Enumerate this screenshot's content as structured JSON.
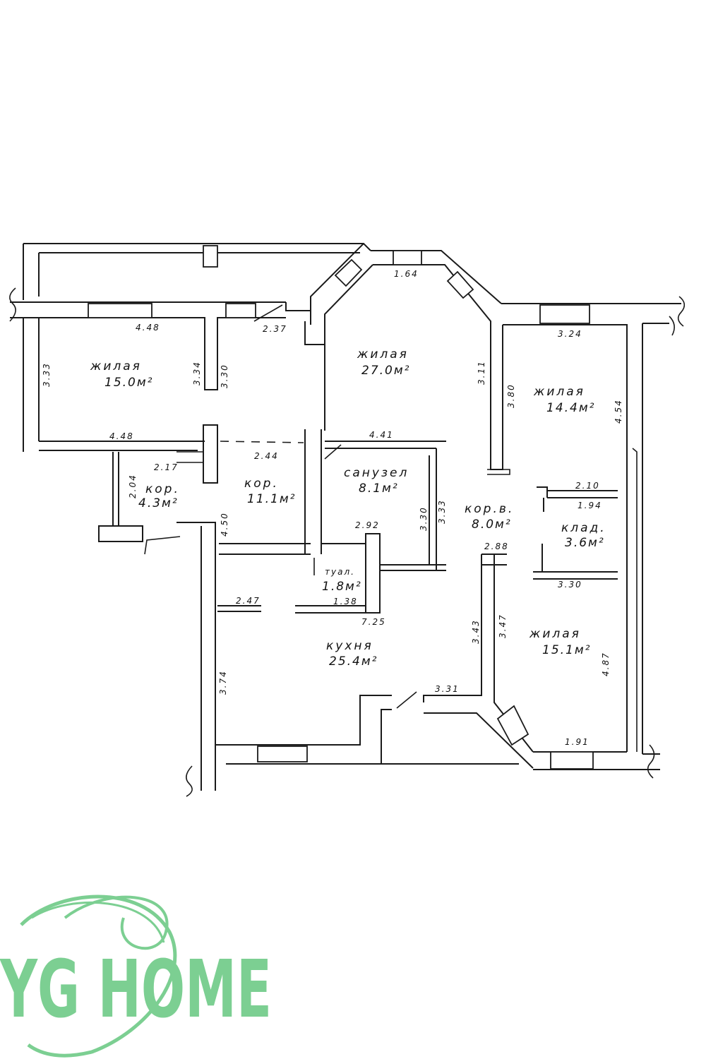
{
  "rooms": [
    {
      "id": "living-1",
      "name": "жилая",
      "area": "15.0м²"
    },
    {
      "id": "living-2",
      "name": "жилая",
      "area": "27.0м²"
    },
    {
      "id": "living-3",
      "name": "жилая",
      "area": "14.4м²"
    },
    {
      "id": "living-4",
      "name": "жилая",
      "area": "15.1м²"
    },
    {
      "id": "corridor-small",
      "name": "кор.",
      "area": "4.3м²"
    },
    {
      "id": "corridor-main",
      "name": "кор.",
      "area": "11.1м²"
    },
    {
      "id": "bathroom",
      "name": "санузел",
      "area": "8.1м²"
    },
    {
      "id": "corridor-2",
      "name": "кор.в.",
      "area": "8.0м²"
    },
    {
      "id": "pantry",
      "name": "клад.",
      "area": "3.6м²"
    },
    {
      "id": "toilet",
      "name": "туал.",
      "area": "1.8м²"
    },
    {
      "id": "kitchen",
      "name": "кухня",
      "area": "25.4м²"
    }
  ],
  "dimensions": [
    "4.48",
    "3.33",
    "3.34",
    "3.30",
    "4.48",
    "2.37",
    "1.64",
    "3.11",
    "4.41",
    "3.24",
    "3.80",
    "4.54",
    "2.10",
    "1.94",
    "3.30",
    "2.17",
    "2.04",
    "2.44",
    "4.50",
    "2.92",
    "3.30",
    "3.33",
    "2.88",
    "2.47",
    "1.38",
    "7.25",
    "3.43",
    "3.47",
    "4.87",
    "3.31",
    "1.91",
    "3.74"
  ],
  "logo": {
    "text": "YG HOME",
    "color": "#7ccf92"
  }
}
